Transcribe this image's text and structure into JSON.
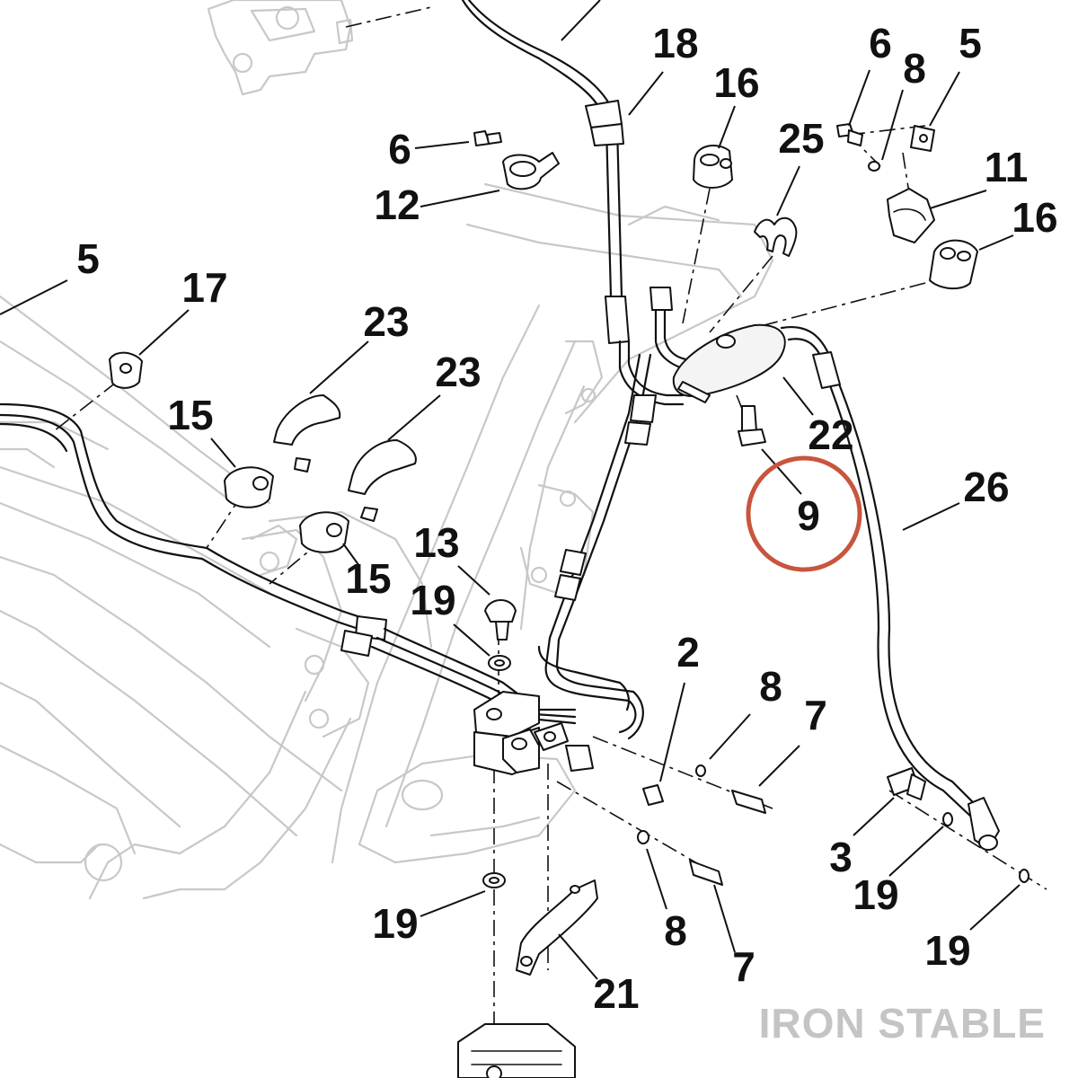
{
  "callouts": [
    {
      "label": "18"
    },
    {
      "label": "16"
    },
    {
      "label": "6"
    },
    {
      "label": "8"
    },
    {
      "label": "5"
    },
    {
      "label": "6"
    },
    {
      "label": "12"
    },
    {
      "label": "25"
    },
    {
      "label": "11"
    },
    {
      "label": "16"
    },
    {
      "label": "5"
    },
    {
      "label": "17"
    },
    {
      "label": "23"
    },
    {
      "label": "23"
    },
    {
      "label": "15"
    },
    {
      "label": "15"
    },
    {
      "label": "22"
    },
    {
      "label": "9"
    },
    {
      "label": "26"
    },
    {
      "label": "13"
    },
    {
      "label": "19"
    },
    {
      "label": "2"
    },
    {
      "label": "8"
    },
    {
      "label": "7"
    },
    {
      "label": "3"
    },
    {
      "label": "19"
    },
    {
      "label": "19"
    },
    {
      "label": "19"
    },
    {
      "label": "8"
    },
    {
      "label": "7"
    },
    {
      "label": "21"
    }
  ],
  "highlighted_part": "9",
  "colors": {
    "highlight": "#c8553d",
    "ink": "#111111",
    "frame": "#c8c8c8",
    "watermark": "#c4c4c4"
  },
  "watermark": "IRON STABLE"
}
